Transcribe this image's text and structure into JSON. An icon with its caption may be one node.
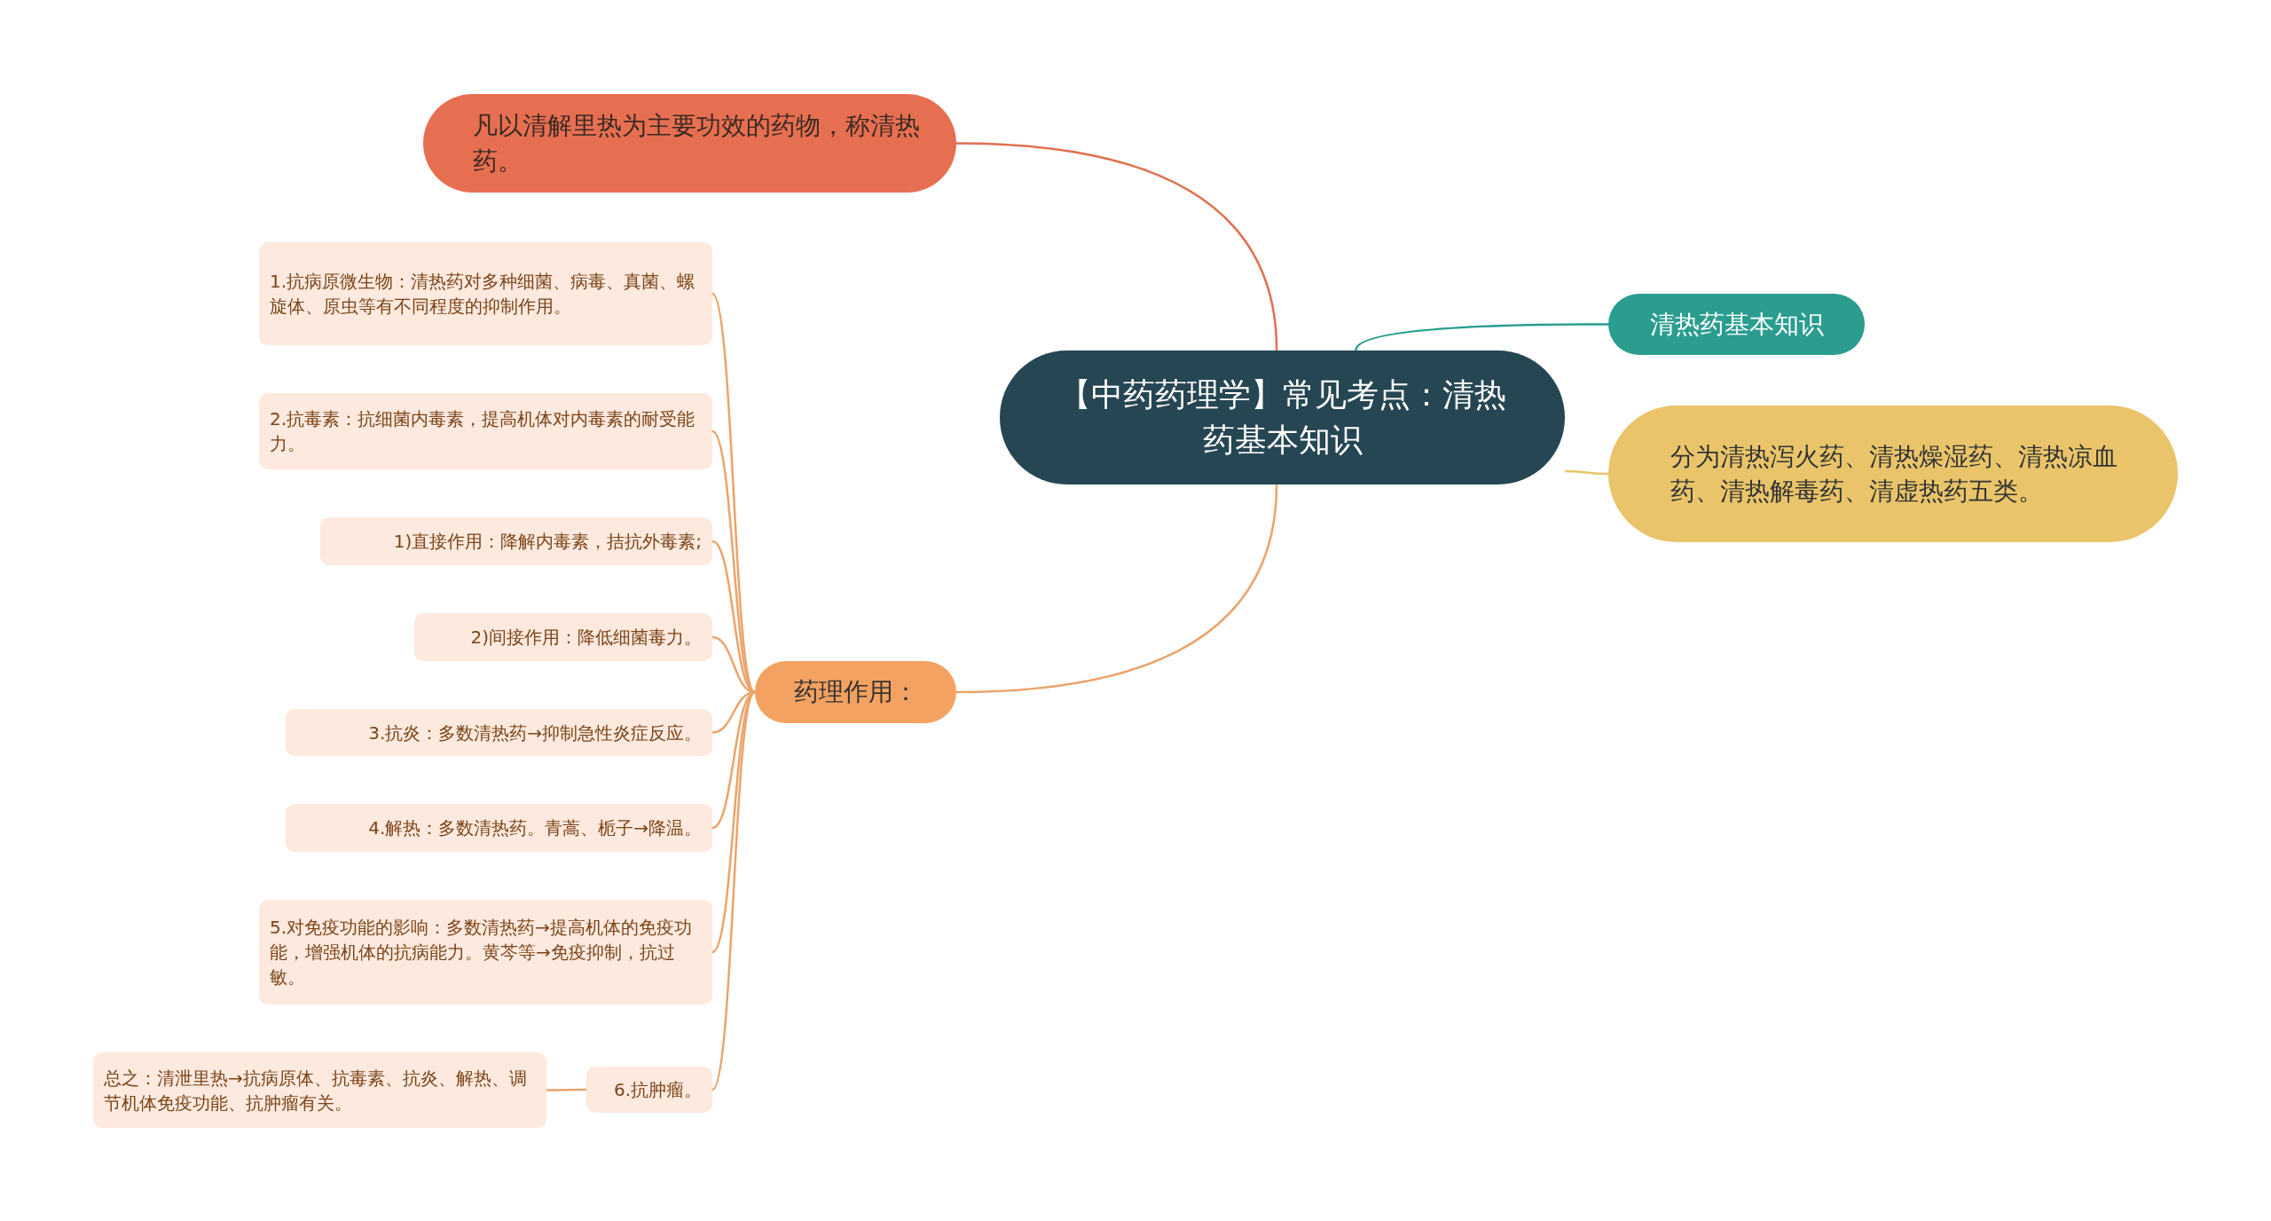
{
  "diagram": {
    "nodes": [
      {
        "text": [
          "【中药药理学】常见考点：清热药基本知识"
        ]
      },
      {
        "text": [
          "凡以清解里热为主要功效的药物，称清热药。"
        ]
      },
      {
        "text": [
          "清热药基本知识"
        ]
      },
      {
        "text": [
          "分为清热泻火药、清热燥湿药、清热凉血药、清热解毒药、清虚热药五类。"
        ]
      },
      {
        "text": [
          "药理作用："
        ]
      },
      {
        "text": [
          "1.抗病原微生物：清热药对多种细菌、病毒、真菌、螺旋体、原虫等有不同程度的抑制作用。"
        ]
      },
      {
        "text": [
          "2.抗毒素：抗细菌内毒素，提高机体对内毒素的耐受能力。"
        ]
      },
      {
        "text": [
          "1)直接作用：降解内毒素，拮抗外毒素;"
        ]
      },
      {
        "text": [
          "2)间接作用：降低细菌毒力。"
        ]
      },
      {
        "text": [
          "3.抗炎：多数清热药→抑制急性炎症反应。"
        ]
      },
      {
        "text": [
          "4.解热：多数清热药。青蒿、栀子→降温。"
        ]
      },
      {
        "text": [
          "5.对免疫功能的影响：多数清热药→提高机体的免疫功能，增强机体的抗病能力。黄芩等→免疫抑制，抗过敏。"
        ]
      },
      {
        "text": [
          "6.抗肿瘤。"
        ]
      },
      {
        "text": [
          "总之：清泄里热→抗病原体、抗毒素、抗炎、解热、调节机体免疫功能、抗肿瘤有关。"
        ]
      }
    ],
    "edges": [
      {
        "from": 0,
        "to": 1,
        "arrow": "none",
        "color": "#e07050"
      },
      {
        "from": 0,
        "to": 2,
        "arrow": "none",
        "color": "#2a9d8f"
      },
      {
        "from": 0,
        "to": 3,
        "arrow": "none",
        "color": "#e9c46a"
      },
      {
        "from": 0,
        "to": 4,
        "arrow": "none"
      },
      {
        "from": 4,
        "to": 5,
        "arrow": "none"
      },
      {
        "from": 4,
        "to": 6,
        "arrow": "none"
      },
      {
        "from": 4,
        "to": 7,
        "arrow": "none"
      },
      {
        "from": 4,
        "to": 8,
        "arrow": "none"
      },
      {
        "from": 4,
        "to": 9,
        "arrow": "none"
      },
      {
        "from": 4,
        "to": 10,
        "arrow": "none"
      },
      {
        "from": 4,
        "to": 11,
        "arrow": "none"
      },
      {
        "from": 4,
        "to": 12,
        "arrow": "none"
      },
      {
        "from": 12,
        "to": 13,
        "arrow": "none"
      }
    ]
  }
}
